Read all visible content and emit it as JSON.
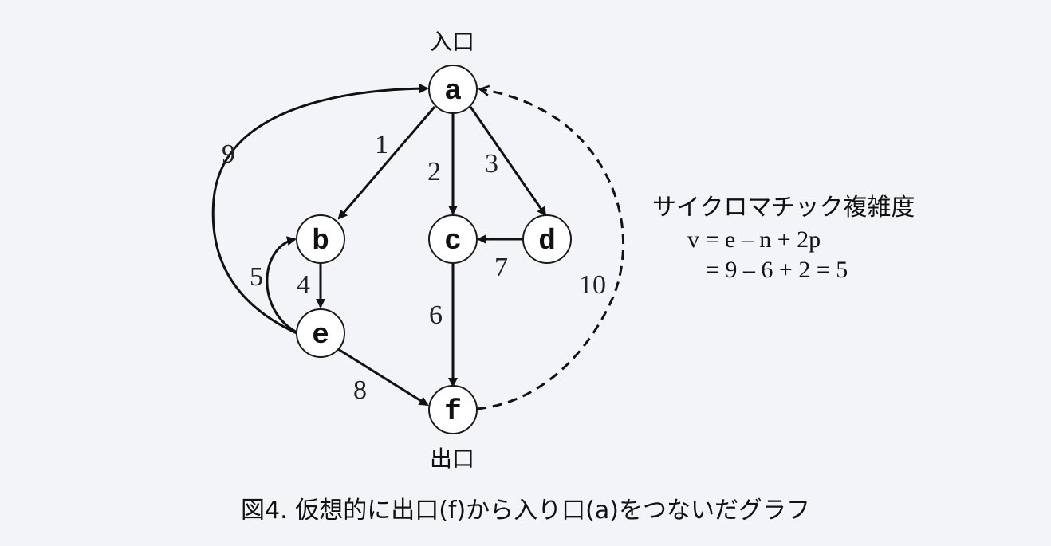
{
  "diagram": {
    "nodes": [
      {
        "id": "a",
        "label": "a"
      },
      {
        "id": "b",
        "label": "b"
      },
      {
        "id": "c",
        "label": "c"
      },
      {
        "id": "d",
        "label": "d"
      },
      {
        "id": "e",
        "label": "e"
      },
      {
        "id": "f",
        "label": "f"
      }
    ],
    "edges": [
      {
        "id": "1",
        "from": "a",
        "to": "b",
        "label": "1",
        "style": "solid"
      },
      {
        "id": "2",
        "from": "a",
        "to": "c",
        "label": "2",
        "style": "solid"
      },
      {
        "id": "3",
        "from": "a",
        "to": "d",
        "label": "3",
        "style": "solid"
      },
      {
        "id": "4",
        "from": "b",
        "to": "e",
        "label": "4",
        "style": "solid"
      },
      {
        "id": "5",
        "from": "e",
        "to": "b",
        "label": "5",
        "style": "solid"
      },
      {
        "id": "6",
        "from": "c",
        "to": "f",
        "label": "6",
        "style": "solid"
      },
      {
        "id": "7",
        "from": "d",
        "to": "c",
        "label": "7",
        "style": "solid"
      },
      {
        "id": "8",
        "from": "e",
        "to": "f",
        "label": "8",
        "style": "solid"
      },
      {
        "id": "9",
        "from": "e",
        "to": "a",
        "label": "9",
        "style": "solid"
      },
      {
        "id": "10",
        "from": "f",
        "to": "a",
        "label": "10",
        "style": "dashed"
      }
    ],
    "entry_label": "入口",
    "exit_label": "出口"
  },
  "complexity": {
    "title": "サイクロマチック複雑度",
    "formula_line1": "v = e – n + 2p",
    "formula_line2": "= 9 – 6 + 2 = 5"
  },
  "caption": "図4. 仮想的に出口(f)から入り口(a)をつないだグラフ"
}
